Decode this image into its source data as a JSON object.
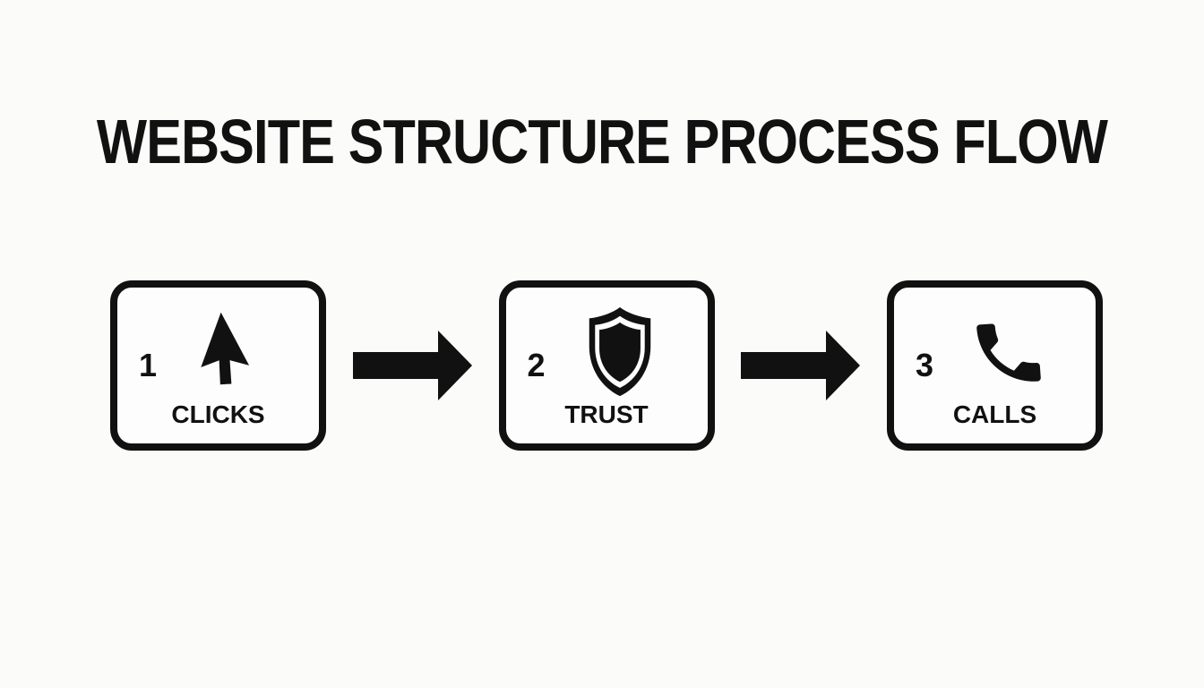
{
  "title": "WEBSITE STRUCTURE PROCESS FLOW",
  "diagram": {
    "type": "process-flow",
    "direction": "left-to-right",
    "steps": [
      {
        "number": "1",
        "label": "CLICKS",
        "icon": "cursor-icon"
      },
      {
        "number": "2",
        "label": "TRUST",
        "icon": "shield-icon"
      },
      {
        "number": "3",
        "label": "CALLS",
        "icon": "phone-icon"
      }
    ],
    "connectors": [
      "arrow-right",
      "arrow-right"
    ]
  },
  "colors": {
    "ink": "#111111",
    "background": "#fbfbfa"
  }
}
